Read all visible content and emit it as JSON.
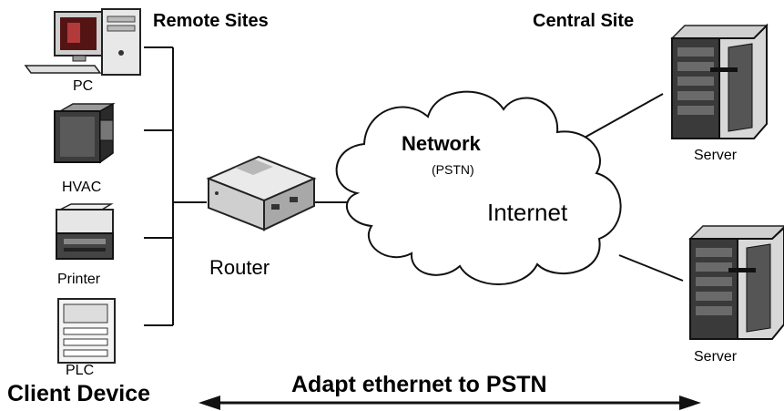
{
  "headings": {
    "remote_sites": "Remote Sites",
    "central_site": "Central Site",
    "client_device": "Client Device",
    "adapt": "Adapt ethernet to PSTN"
  },
  "devices": {
    "pc": "PC",
    "hvac": "HVAC",
    "printer": "Printer",
    "plc": "PLC",
    "router": "Router"
  },
  "cloud": {
    "network": "Network",
    "pstn": "(PSTN)",
    "internet": "Internet"
  },
  "servers": [
    "Server",
    "Server"
  ],
  "icons": [
    "pc-icon",
    "hvac-icon",
    "printer-icon",
    "plc-icon",
    "router-icon",
    "cloud-icon",
    "server-icon"
  ]
}
